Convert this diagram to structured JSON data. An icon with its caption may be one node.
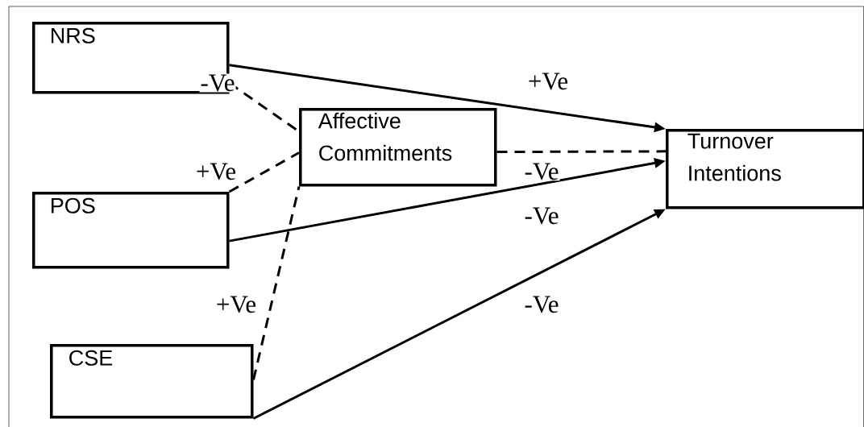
{
  "diagram": {
    "nodes": [
      {
        "text": [
          "NRS"
        ]
      },
      {
        "text": [
          "Affective Commitments"
        ]
      },
      {
        "text": [
          "Turnover Intentions"
        ]
      },
      {
        "text": [
          "POS"
        ]
      },
      {
        "text": [
          "CSE"
        ]
      }
    ],
    "edges": [
      {
        "from": 0,
        "to": 2,
        "arrow": "to",
        "label": "+Ve"
      },
      {
        "from": 0,
        "to": 1,
        "arrow": "none",
        "label": "-Ve",
        "style": "dashed"
      },
      {
        "from": 3,
        "to": 1,
        "arrow": "none",
        "label": "+Ve",
        "style": "dashed"
      },
      {
        "from": 4,
        "to": 1,
        "arrow": "none",
        "label": "+Ve",
        "style": "dashed"
      },
      {
        "from": 1,
        "to": 2,
        "arrow": "none",
        "label": "-Ve",
        "style": "dashed"
      },
      {
        "from": 3,
        "to": 2,
        "arrow": "to",
        "label": "-Ve"
      },
      {
        "from": 4,
        "to": 2,
        "arrow": "to",
        "label": "-Ve"
      }
    ]
  }
}
